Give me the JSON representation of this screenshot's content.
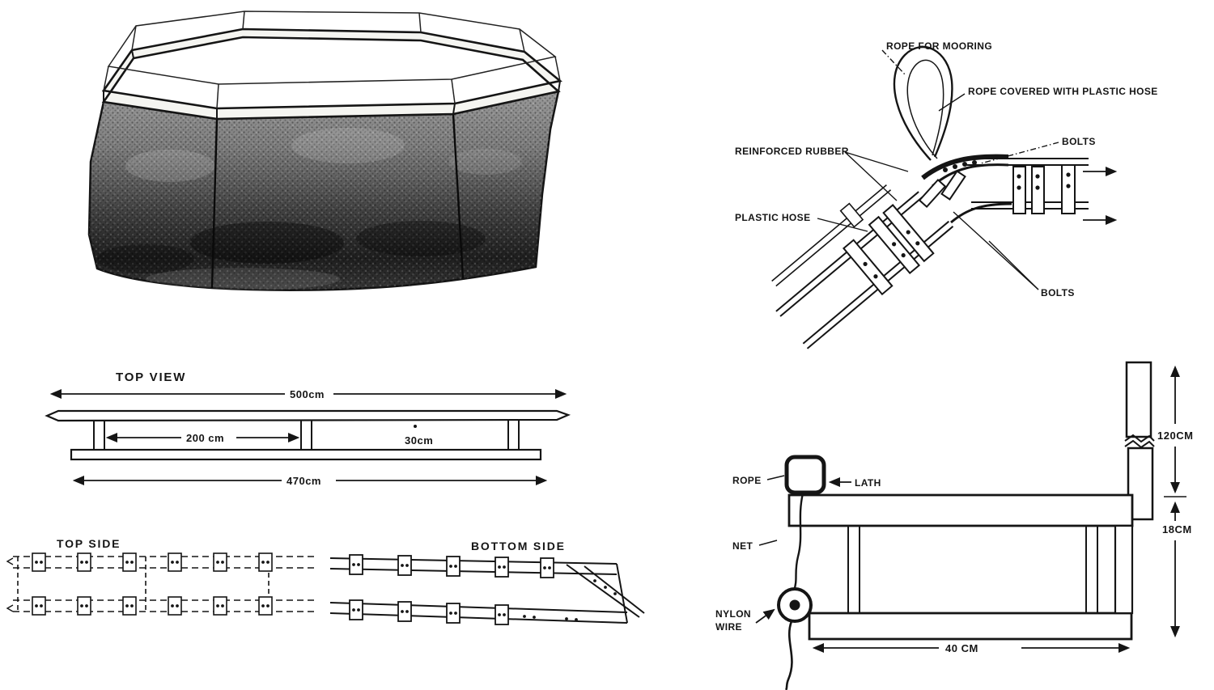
{
  "colors": {
    "paper": "#ffffff",
    "ink": "#151515"
  },
  "joint_detail": {
    "rope_for_mooring": "ROPE FOR MOORING",
    "rope_covered_with_plastic_hose": "ROPE COVERED WITH PLASTIC HOSE",
    "reinforced_rubber": "REINFORCED RUBBER",
    "plastic_hose": "PLASTIC HOSE",
    "bolts_top": "BOLTS",
    "bolts_bottom": "BOLTS"
  },
  "top_view": {
    "title": "TOP VIEW",
    "dim_overall": "500cm",
    "dim_bay": "200 cm",
    "dim_width": "30cm",
    "dim_inner": "470cm"
  },
  "side_frames": {
    "top_side_title": "TOP SIDE",
    "bottom_side_title": "BOTTOM SIDE"
  },
  "section_detail": {
    "rope": "ROPE",
    "lath": "LATH",
    "net": "NET",
    "nylon": "NYLON",
    "wire": "WIRE",
    "dim_post_height": "120CM",
    "dim_frame_depth": "18CM",
    "dim_frame_width": "40 CM"
  }
}
